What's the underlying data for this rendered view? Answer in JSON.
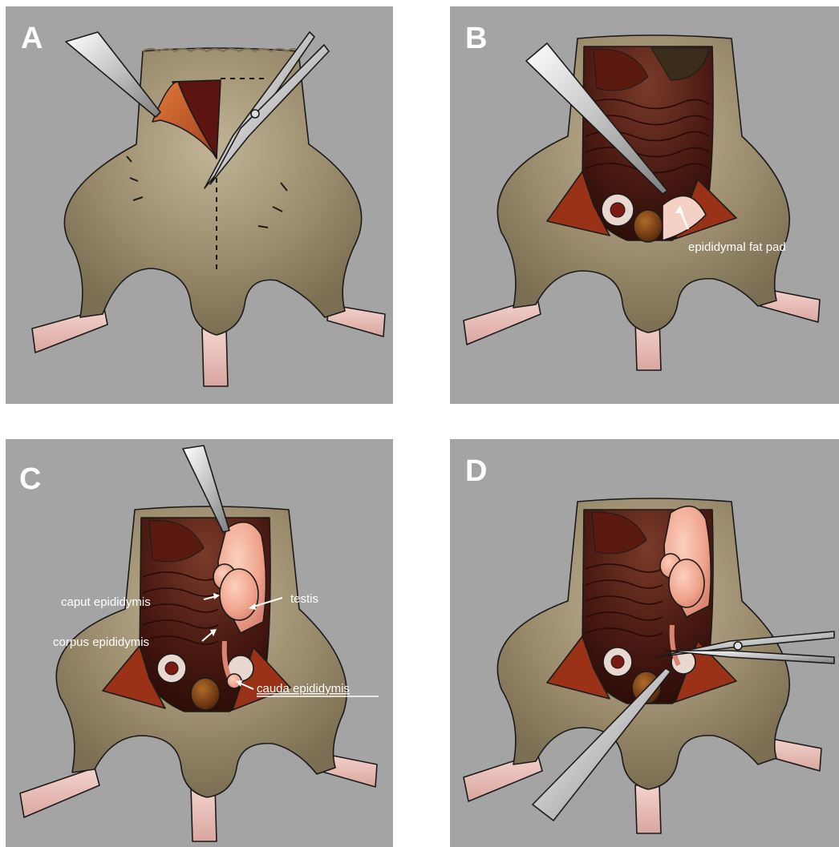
{
  "panels": [
    {
      "letter": "A",
      "labels": {}
    },
    {
      "letter": "B",
      "labels": {
        "fat_pad": "epididymal fat pad"
      }
    },
    {
      "letter": "C",
      "labels": {
        "caput": "caput epididymis",
        "corpus": "corpus epididymis",
        "testis": "testis",
        "cauda": "cauda epididymis"
      }
    },
    {
      "letter": "D",
      "labels": {}
    }
  ],
  "colors": {
    "panel_background": "#a4a4a4",
    "fur": "#8a7c5e",
    "skin_pink": "#efc9c2",
    "intestine_dark": "#4a1a12",
    "testis_pink": "#f0a88e",
    "instrument_metal": "#c8c8c8",
    "label_text": "#ffffff"
  }
}
